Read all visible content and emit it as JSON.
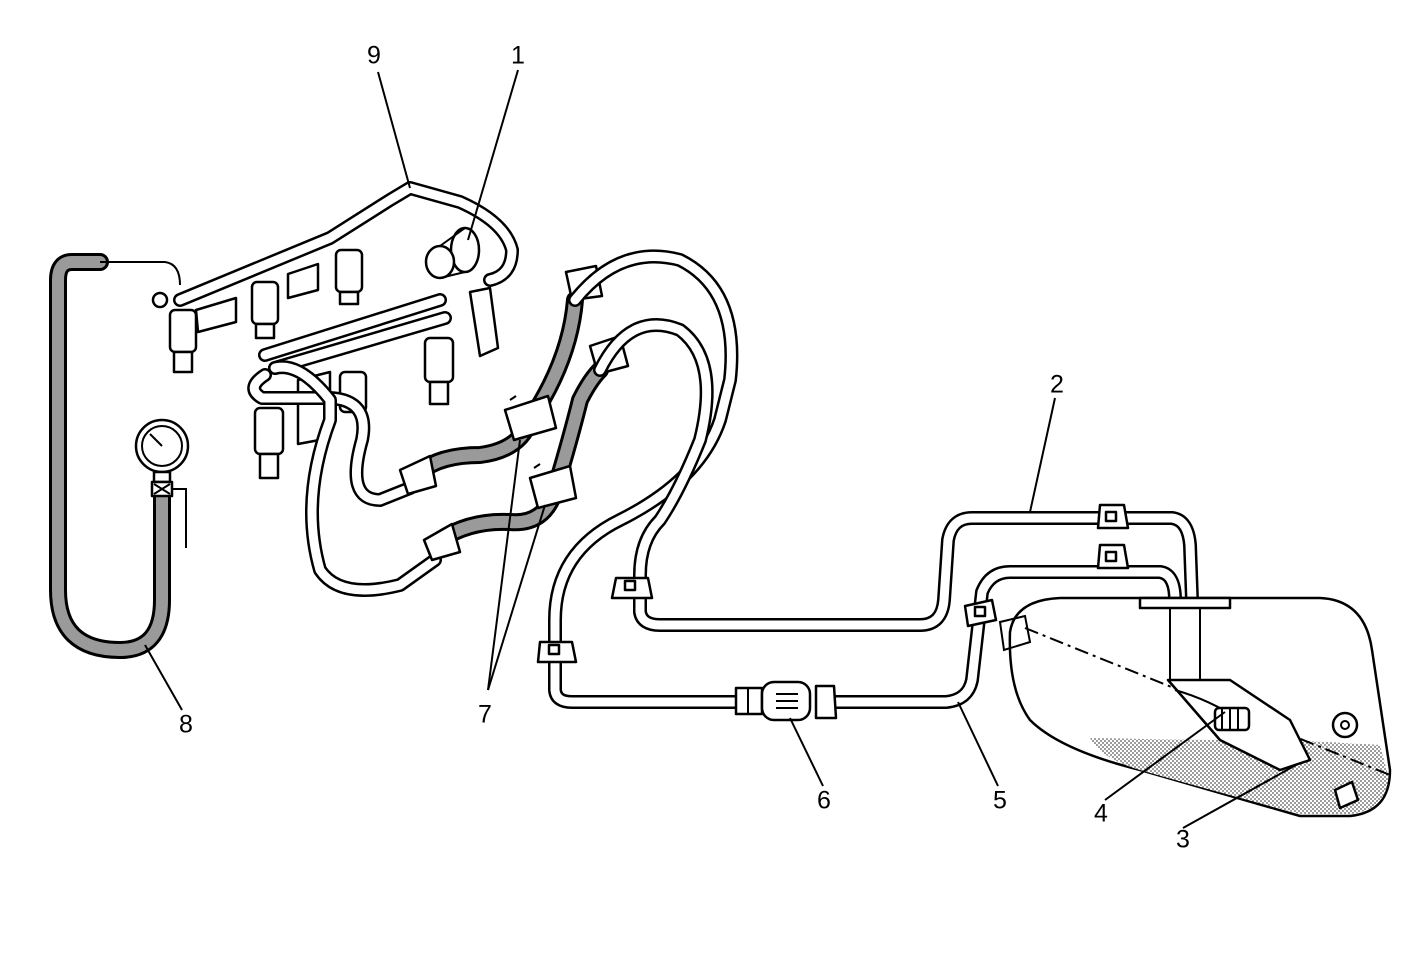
{
  "callouts": [
    {
      "id": "1",
      "label": "1"
    },
    {
      "id": "2",
      "label": "2"
    },
    {
      "id": "3",
      "label": "3"
    },
    {
      "id": "4",
      "label": "4"
    },
    {
      "id": "5",
      "label": "5"
    },
    {
      "id": "6",
      "label": "6"
    },
    {
      "id": "7",
      "label": "7"
    },
    {
      "id": "8",
      "label": "8"
    },
    {
      "id": "9",
      "label": "9"
    }
  ],
  "colors": {
    "line": "#000000",
    "background": "#ffffff",
    "hose_fill": "#9a9a9a",
    "tank_shading": "#bdbdbd"
  }
}
